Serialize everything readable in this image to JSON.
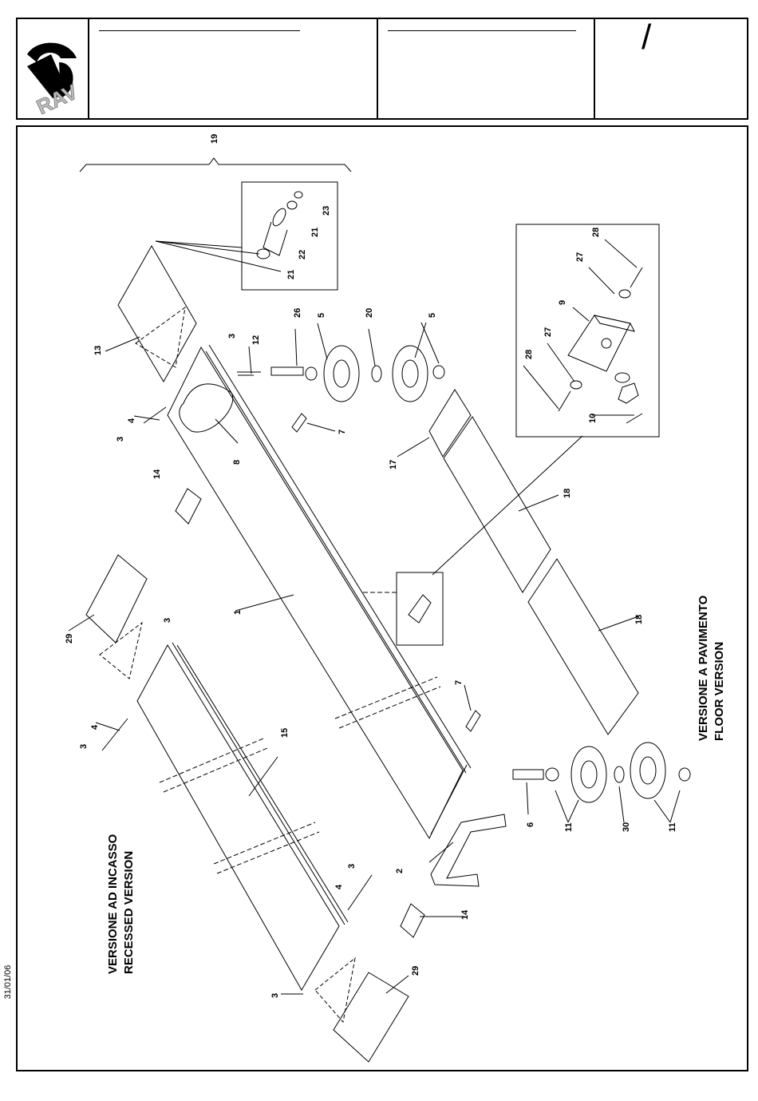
{
  "title_block": {
    "logo_text": "RAV",
    "sheet_mark": "/"
  },
  "date": "31/01/06",
  "captions": {
    "recessed_it": "VERSIONE AD INCASSO",
    "recessed_en": "RECESSED VERSION",
    "floor_it": "VERSIONE A PAVIMENTO",
    "floor_en": "FLOOR VERSION"
  },
  "callouts": {
    "c1": "1",
    "c2": "2",
    "c3a": "3",
    "c3b": "3",
    "c3c": "3",
    "c3d": "3",
    "c3e": "3",
    "c3f": "3",
    "c4a": "4",
    "c4b": "4",
    "c4c": "4",
    "c5a": "5",
    "c5b": "5",
    "c6": "6",
    "c7a": "7",
    "c7b": "7",
    "c8": "8",
    "c9": "9",
    "c10": "10",
    "c11a": "11",
    "c11b": "11",
    "c12": "12",
    "c13": "13",
    "c14a": "14",
    "c14b": "14",
    "c15": "15",
    "c17": "17",
    "c18a": "18",
    "c18b": "18",
    "c19": "19",
    "c20": "20",
    "c21a": "21",
    "c21b": "21",
    "c22": "22",
    "c23": "23",
    "c26": "26",
    "c27a": "27",
    "c27b": "27",
    "c28a": "28",
    "c28b": "28",
    "c29a": "29",
    "c29b": "29",
    "c30": "30"
  }
}
